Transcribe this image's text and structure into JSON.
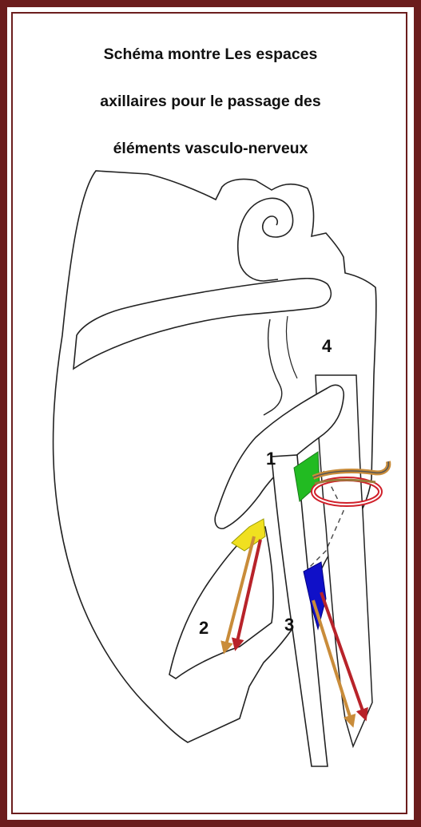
{
  "title": {
    "line1": "Schéma montre Les espaces",
    "line2": "axillaires pour le passage des",
    "line3": "éléments vasculo-nerveux"
  },
  "labels": {
    "space1": "1",
    "space2": "2",
    "space3": "3",
    "space4": "4"
  },
  "colors": {
    "frame": "#6b1d1d",
    "space1_fill": "#22bb22",
    "space2_fill": "#f0e020",
    "space3_fill": "#1010c8",
    "artery": "#b8232a",
    "nerve": "#c98c3a",
    "circumflex_ring": "#d0202a"
  }
}
